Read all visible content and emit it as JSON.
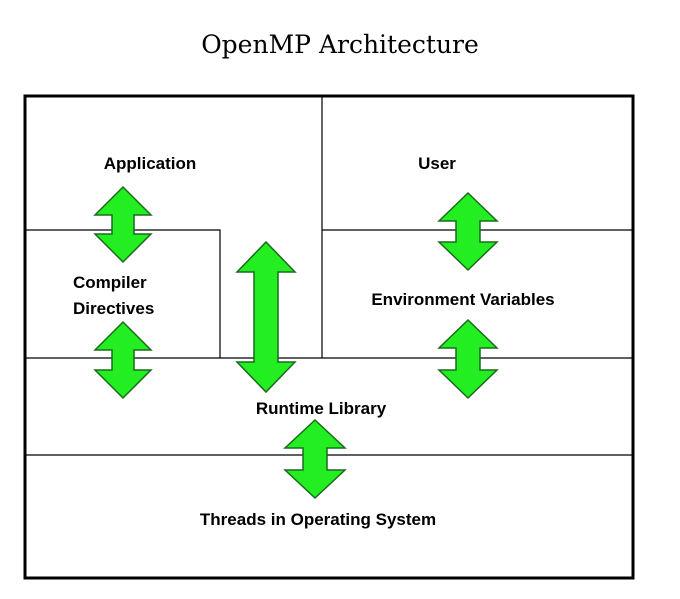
{
  "title": "OpenMP Architecture",
  "labels": {
    "application": "Application",
    "user": "User",
    "compiler_line1": "Compiler",
    "compiler_line2": "Directives",
    "env_vars": "Environment Variables",
    "runtime": "Runtime Library",
    "threads": "Threads in Operating System"
  },
  "colors": {
    "arrow_fill": "#22ee22",
    "arrow_stroke": "#1a6b1a",
    "line": "#000000"
  }
}
